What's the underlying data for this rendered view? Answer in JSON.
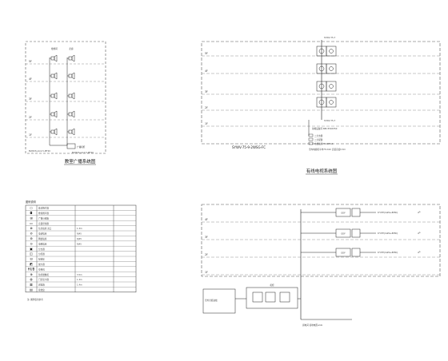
{
  "drawing": {
    "panel_titles": {
      "broadcast": "教室广播系统图",
      "catv": "有线电视系统图"
    },
    "broadcast": {
      "floors": [
        "5F",
        "4F",
        "3F",
        "2F",
        "1F"
      ],
      "col_headers": [
        "楼梯间",
        "走廊"
      ],
      "cable_left": "BV(RVS)-2x1.5-MT20",
      "cable_right": "BV(RVS)-2x1.5-MT20",
      "source_label": "广播机柜"
    },
    "catv_top": {
      "floors": [
        "5F",
        "4F",
        "3F",
        "2F",
        "1F"
      ],
      "trunk_top": "SYWV-75-7",
      "trunk_bottom": "SYWV-75-7",
      "entry_label": "前端设备间 NB=350X350",
      "cable_spec": "SYWV-75-9-2WSG-FC",
      "legend": [
        "二分支器",
        "二分配器",
        "电视插座 TO-DTK-4"
      ],
      "note": "室内电视机平均75.0dm 安装高度0.3m"
    },
    "legend_table": {
      "title": "图例说明",
      "rows": [
        {
          "sym": "○",
          "name": "吸顶扬声器",
          "spec": "",
          "note": ""
        },
        {
          "sym": "◘",
          "name": "壁挂扬声器",
          "spec": "",
          "note": ""
        },
        {
          "sym": "⊞",
          "name": "广播分线箱",
          "spec": "",
          "note": ""
        },
        {
          "sym": "▭",
          "name": "音量控制器",
          "spec": "",
          "note": ""
        },
        {
          "sym": "⊗",
          "name": "信息插座 双口",
          "spec": "1.3m",
          "note": ""
        },
        {
          "sym": "⊘",
          "name": "电话插座",
          "spec": "RJ45",
          "note": ""
        },
        {
          "sym": "⊚",
          "name": "网络插座",
          "spec": "RJ45",
          "note": ""
        },
        {
          "sym": "⊙",
          "name": "电视插座",
          "spec": "RJ45",
          "note": ""
        },
        {
          "sym": "▣",
          "name": "分支器",
          "spec": "",
          "note": ""
        },
        {
          "sym": "◫",
          "name": "分配器",
          "spec": "",
          "note": ""
        },
        {
          "sym": "⊟",
          "name": "配线架",
          "spec": "",
          "note": ""
        },
        {
          "sym": "◩",
          "name": "放大器",
          "spec": "",
          "note": ""
        },
        {
          "sym": "HUB",
          "name": "交换机",
          "spec": "",
          "note": ""
        },
        {
          "sym": "⊕",
          "name": "监控摄像机",
          "spec": "3.5m",
          "note": ""
        },
        {
          "sym": "◍",
          "name": "门禁读卡器",
          "spec": "1.3m",
          "note": ""
        },
        {
          "sym": "▥",
          "name": "弱电箱",
          "spec": "1.4m",
          "note": ""
        },
        {
          "sym": "▤",
          "name": "接线盒",
          "spec": "",
          "note": ""
        }
      ],
      "footnote": "注: 图例仅供参考"
    },
    "data_system": {
      "floors": [
        "4F",
        "3F",
        "2F",
        "1F"
      ],
      "branch_label": "6*UTP(Cat5e-8P8C)",
      "box_label": "ODF",
      "trunk_label": "室外光缆进线",
      "rack_label": "机柜",
      "bottom_note": "弱电间 接地电阻≤1Ω"
    }
  }
}
